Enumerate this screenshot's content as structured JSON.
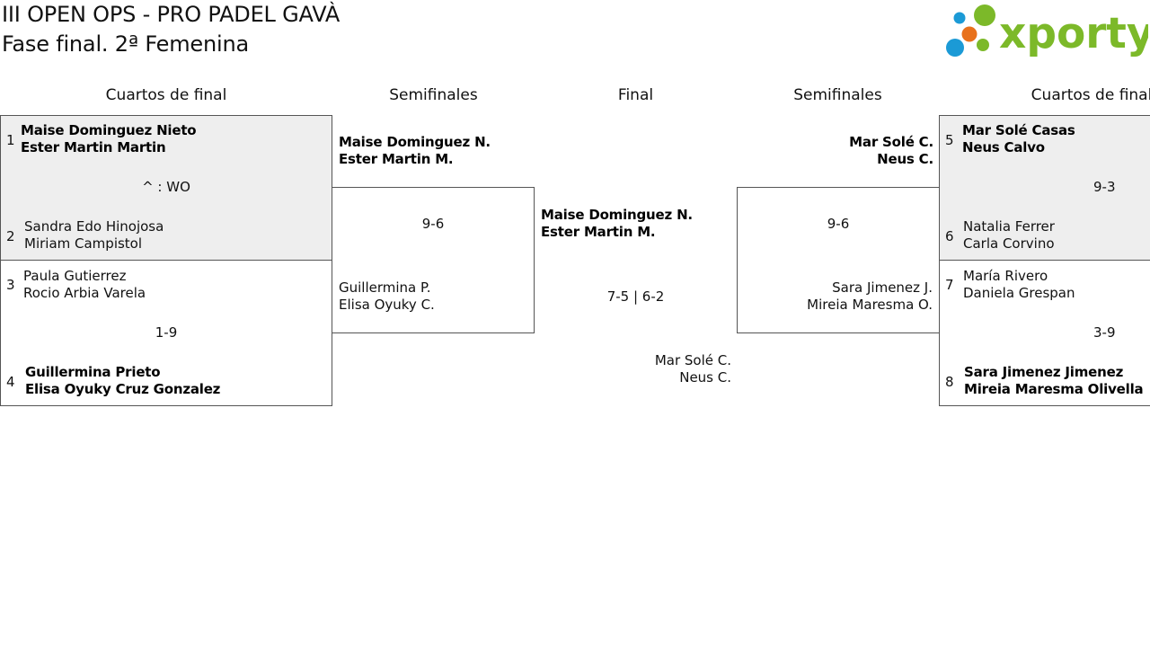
{
  "header": {
    "title_line1": "III OPEN OPS - PRO PADEL GAVÀ",
    "title_line2": "Fase final. 2ª Femenina",
    "logo_text": "xporty"
  },
  "rounds": {
    "left_quarters": "Cuartos de final",
    "left_semis": "Semifinales",
    "final": "Final",
    "right_semis": "Semifinales",
    "right_quarters": "Cuartos de final"
  },
  "left_quarters": {
    "match1": {
      "seed_a": "1",
      "a1": "Maise Dominguez Nieto",
      "a2": "Ester Martin Martin",
      "score": "^ : WO",
      "seed_b": "2",
      "b1": "Sandra Edo Hinojosa",
      "b2": "Miriam Campistol"
    },
    "match2": {
      "seed_a": "3",
      "a1": "Paula Gutierrez",
      "a2": "Rocio Arbia Varela",
      "score": "1-9",
      "seed_b": "4",
      "b1": "Guillermina Prieto",
      "b2": "Elisa Oyuky Cruz Gonzalez"
    }
  },
  "left_semis": {
    "a1": "Maise Dominguez N.",
    "a2": "Ester Martin M.",
    "score": "9-6",
    "b1": "Guillermina P.",
    "b2": "Elisa Oyuky C."
  },
  "final": {
    "a1": "Maise Dominguez N.",
    "a2": "Ester Martin M.",
    "score": "7-5 | 6-2",
    "b1": "Mar Solé C.",
    "b2": "Neus C."
  },
  "right_semis": {
    "a1": "Mar Solé C.",
    "a2": "Neus C.",
    "score": "9-6",
    "b1": "Sara Jimenez J.",
    "b2": "Mireia Maresma O."
  },
  "right_quarters": {
    "match1": {
      "seed_a": "5",
      "a1": "Mar Solé Casas",
      "a2": "Neus Calvo",
      "score": "9-3",
      "seed_b": "6",
      "b1": "Natalia Ferrer",
      "b2": "Carla Corvino"
    },
    "match2": {
      "seed_a": "7",
      "a1": "María Rivero",
      "a2": "Daniela Grespan",
      "score": "3-9",
      "seed_b": "8",
      "b1": "Sara Jimenez Jimenez",
      "b2": "Mireia Maresma Olivella"
    }
  },
  "colors": {
    "logo_green": "#7cb929",
    "dot_blue": "#1b9ad6",
    "dot_orange": "#e8711c",
    "dot_green": "#7cb929",
    "winner_box": "#eeeeee"
  }
}
